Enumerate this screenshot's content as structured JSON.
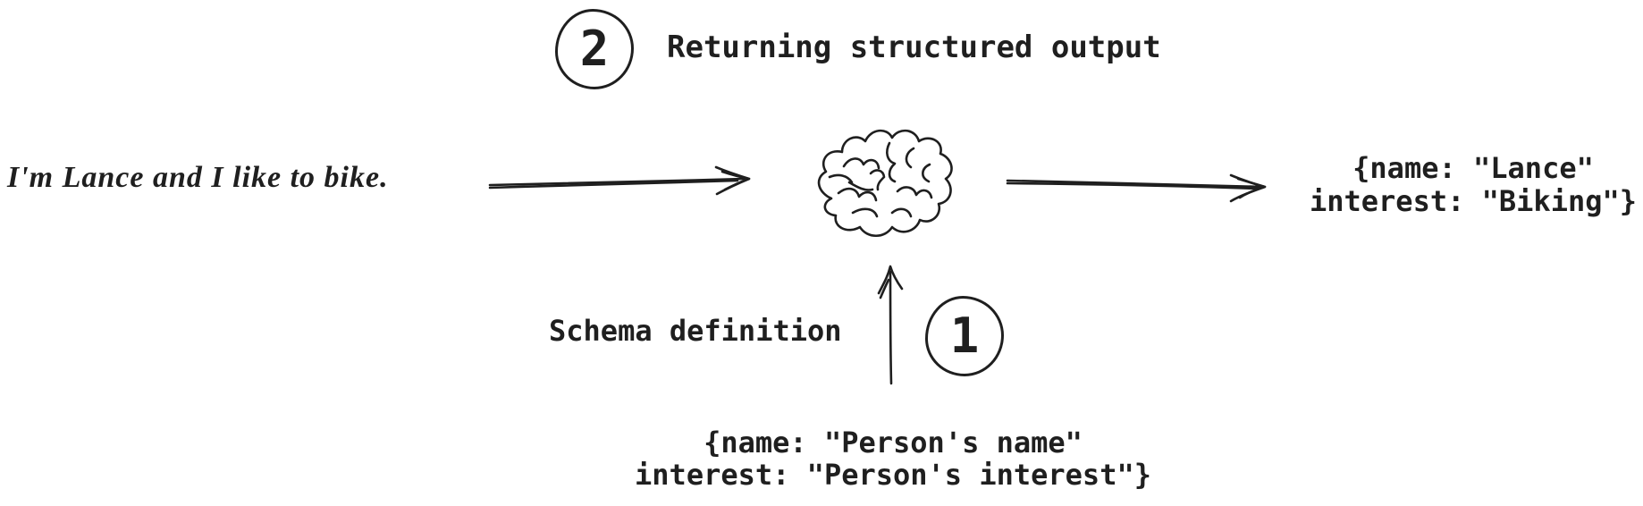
{
  "colors": {
    "ink": "#1f1f1f",
    "background": "#ffffff"
  },
  "steps": [
    {
      "number": "2",
      "label": "Returning structured output"
    },
    {
      "number": "1",
      "label": "Schema definition"
    }
  ],
  "input_message": "I'm Lance and I like to bike.",
  "output_json": {
    "line1": "{name: \"Lance\"",
    "line2": "interest: \"Biking\"}"
  },
  "schema_json": {
    "line1": "{name: \"Person's name\"",
    "line2": "interest: \"Person's interest\"}"
  },
  "icons": {
    "center": "brain-icon",
    "input_arrow": "arrow-right-icon",
    "output_arrow": "arrow-right-icon",
    "schema_arrow": "arrow-up-icon"
  }
}
